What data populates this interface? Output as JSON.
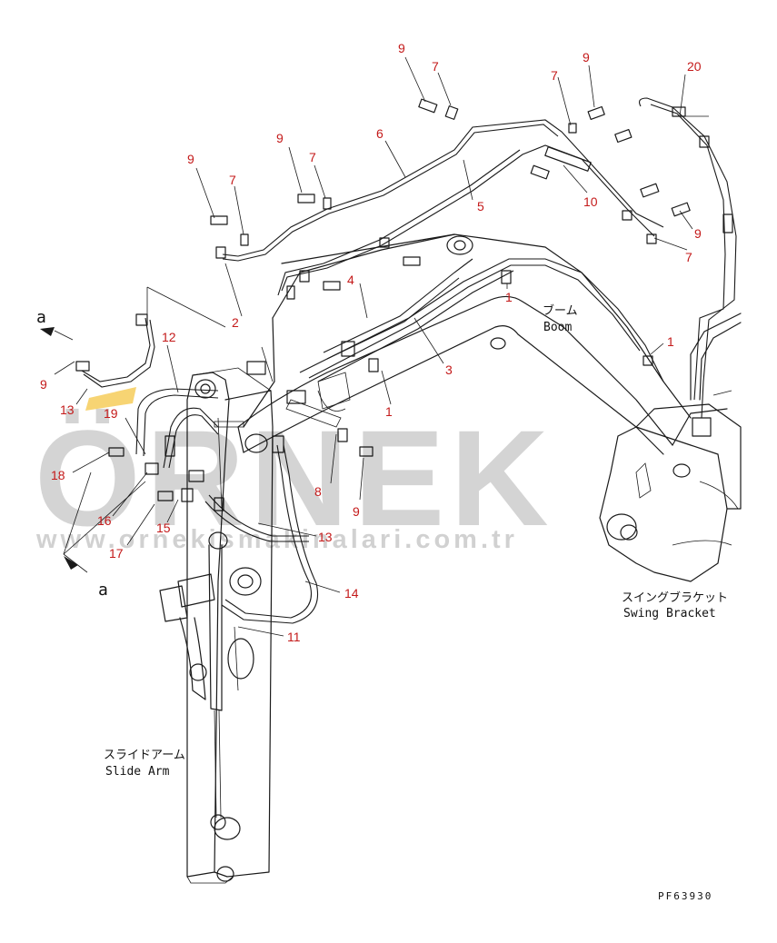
{
  "labels": {
    "boom_jp": "ブーム",
    "boom_en": "Boom",
    "swing_jp": "スイングブラケット",
    "swing_en": "Swing Bracket",
    "slide_jp": "スライドアーム",
    "slide_en": "Slide Arm",
    "view_a_top": "a",
    "view_a_bottom": "a",
    "drawing_code": "PF63930"
  },
  "watermark": {
    "brand": "ÖRNEK",
    "url": "www.ornekismakinalari.com.tr"
  },
  "colors": {
    "part_number": "#c41a1a",
    "line": "#1a1a1a",
    "watermark": "#000000",
    "watermark_accent": "#f0b000"
  },
  "parts": [
    {
      "id": "p9a",
      "text": "9"
    },
    {
      "id": "p7a",
      "text": "7"
    },
    {
      "id": "p7b",
      "text": "7"
    },
    {
      "id": "p9b",
      "text": "9"
    },
    {
      "id": "p20",
      "text": "20"
    },
    {
      "id": "p9c",
      "text": "9"
    },
    {
      "id": "p7c",
      "text": "7"
    },
    {
      "id": "p6",
      "text": "6"
    },
    {
      "id": "p9d",
      "text": "9"
    },
    {
      "id": "p7d",
      "text": "7"
    },
    {
      "id": "p5",
      "text": "5"
    },
    {
      "id": "p10",
      "text": "10"
    },
    {
      "id": "p9e",
      "text": "9"
    },
    {
      "id": "p7e",
      "text": "7"
    },
    {
      "id": "p4",
      "text": "4"
    },
    {
      "id": "p1a",
      "text": "1"
    },
    {
      "id": "p2",
      "text": "2"
    },
    {
      "id": "p12",
      "text": "12"
    },
    {
      "id": "p3",
      "text": "3"
    },
    {
      "id": "p1b",
      "text": "1"
    },
    {
      "id": "p9f",
      "text": "9"
    },
    {
      "id": "p13a",
      "text": "13"
    },
    {
      "id": "p19",
      "text": "19"
    },
    {
      "id": "p1c",
      "text": "1"
    },
    {
      "id": "p18",
      "text": "18"
    },
    {
      "id": "p8",
      "text": "8"
    },
    {
      "id": "p16",
      "text": "16"
    },
    {
      "id": "p9g",
      "text": "9"
    },
    {
      "id": "p15",
      "text": "15"
    },
    {
      "id": "p13b",
      "text": "13"
    },
    {
      "id": "p17",
      "text": "17"
    },
    {
      "id": "p14",
      "text": "14"
    },
    {
      "id": "p11",
      "text": "11"
    }
  ]
}
